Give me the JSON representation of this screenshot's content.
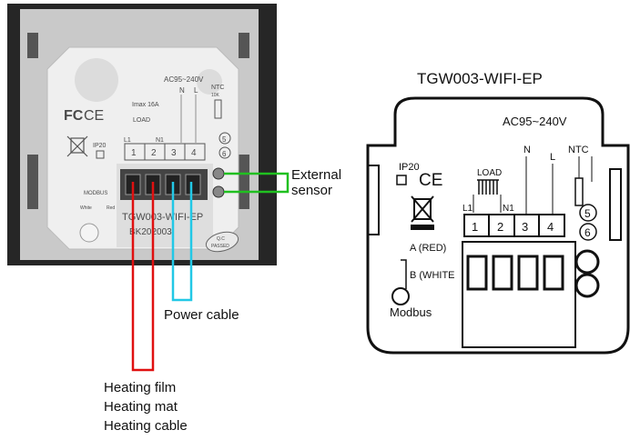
{
  "photo": {
    "rating": "AC95~240V",
    "terminal_letters": [
      "N",
      "L"
    ],
    "ntc": "NTC",
    "ntc_sub": "10K",
    "imax": "Imax 16A",
    "load": "LOAD",
    "l1": "L1",
    "n1": "N1",
    "terminals": [
      "1",
      "2",
      "3",
      "4"
    ],
    "ntc_numbers": [
      "5",
      "6"
    ],
    "fc_mark": "FC",
    "ce_mark": "CE",
    "ip": "IP20",
    "modbus": "MODBUS",
    "white": "White",
    "red": "Red",
    "model": "TGW003-WIFI-EP",
    "serial": "BK202003",
    "qc_top": "Q.C",
    "qc_bottom": "PASSED"
  },
  "callouts": {
    "external_sensor_line1": "External",
    "external_sensor_line2": "sensor",
    "power_cable": "Power cable",
    "heating_film": "Heating film",
    "heating_mat": "Heating mat",
    "heating_cable": "Heating cable"
  },
  "wire_colors": {
    "heating": "#e01010",
    "power": "#22c8e6",
    "sensor": "#20c020"
  },
  "diagram": {
    "title": "TGW003-WIFI-EP",
    "rating": "AC95~240V",
    "ip": "IP20",
    "ce": "CE",
    "load": "LOAD",
    "n": "N",
    "l": "L",
    "ntc": "NTC",
    "l1": "L1",
    "n1": "N1",
    "terminals": [
      "1",
      "2",
      "3",
      "4"
    ],
    "ntc_numbers": [
      "5",
      "6"
    ],
    "a_red": "A (RED)",
    "b_white": "B (WHITE",
    "modbus": "Modbus"
  }
}
